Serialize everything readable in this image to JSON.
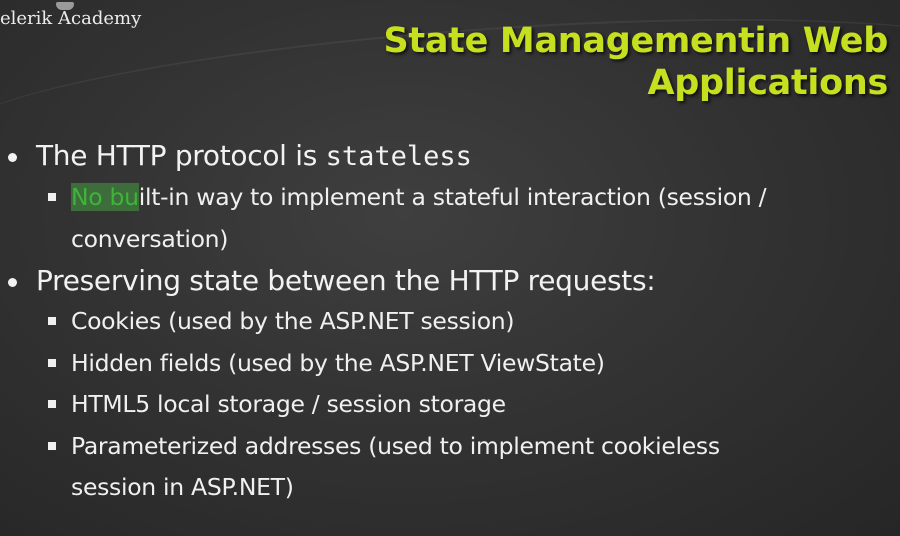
{
  "header": {
    "logo_text": "elerik Academy",
    "title_line1": "State Managementin Web",
    "title_line2": "Applications"
  },
  "bullets": [
    {
      "text_prefix": "The HTTP protocol is ",
      "code": "stateless",
      "subitems": [
        {
          "highlight": "No bu",
          "rest_line1": "ilt-in way to implement a stateful interaction (session /",
          "line2": "conversation)"
        }
      ]
    },
    {
      "text": "Preserving state between the HTTP requests:",
      "subitems": [
        {
          "line1": "Cookies (used by the ASP.NET session)"
        },
        {
          "line1": "Hidden fields (used by the ASP.NET ViewState)"
        },
        {
          "line1": "HTML5 local storage / session storage"
        },
        {
          "line1": "Parameterized addresses (used to implement cookieless",
          "line2": "session in ASP.NET)"
        }
      ]
    }
  ],
  "colors": {
    "title": "#c6e01f",
    "text": "#f2f2f2",
    "highlight_bg": "#3d6d3a",
    "highlight_fg": "#3fb43b"
  }
}
